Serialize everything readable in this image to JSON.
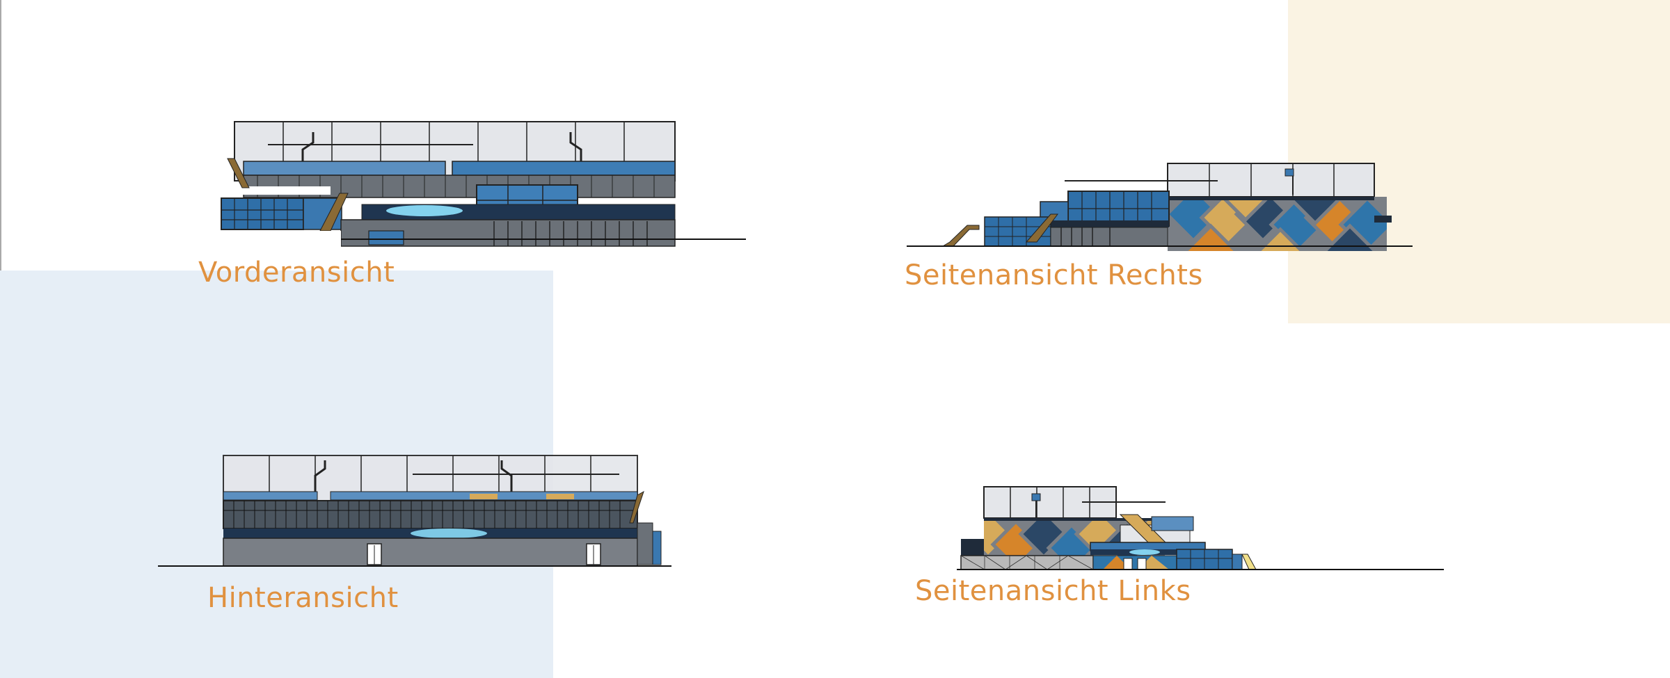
{
  "sheet": {
    "views": [
      {
        "id": "front",
        "label": "Vorderansicht"
      },
      {
        "id": "right",
        "label": "Seitenansicht Rechts"
      },
      {
        "id": "rear",
        "label": "Hinteransicht"
      },
      {
        "id": "left",
        "label": "Seitenansicht Links"
      }
    ],
    "colors": {
      "label": "#e0913f",
      "panel_blue": "#e6eef6",
      "panel_beige": "#faf3e3",
      "glass_blue": "#2f75aa",
      "navy": "#2b4766",
      "mustard": "#d6aa5a",
      "orange": "#d6852a",
      "facade_gray": "#7a7f86",
      "cage_gray": "#e4e6ea",
      "stair_brown": "#8a6a35"
    }
  }
}
